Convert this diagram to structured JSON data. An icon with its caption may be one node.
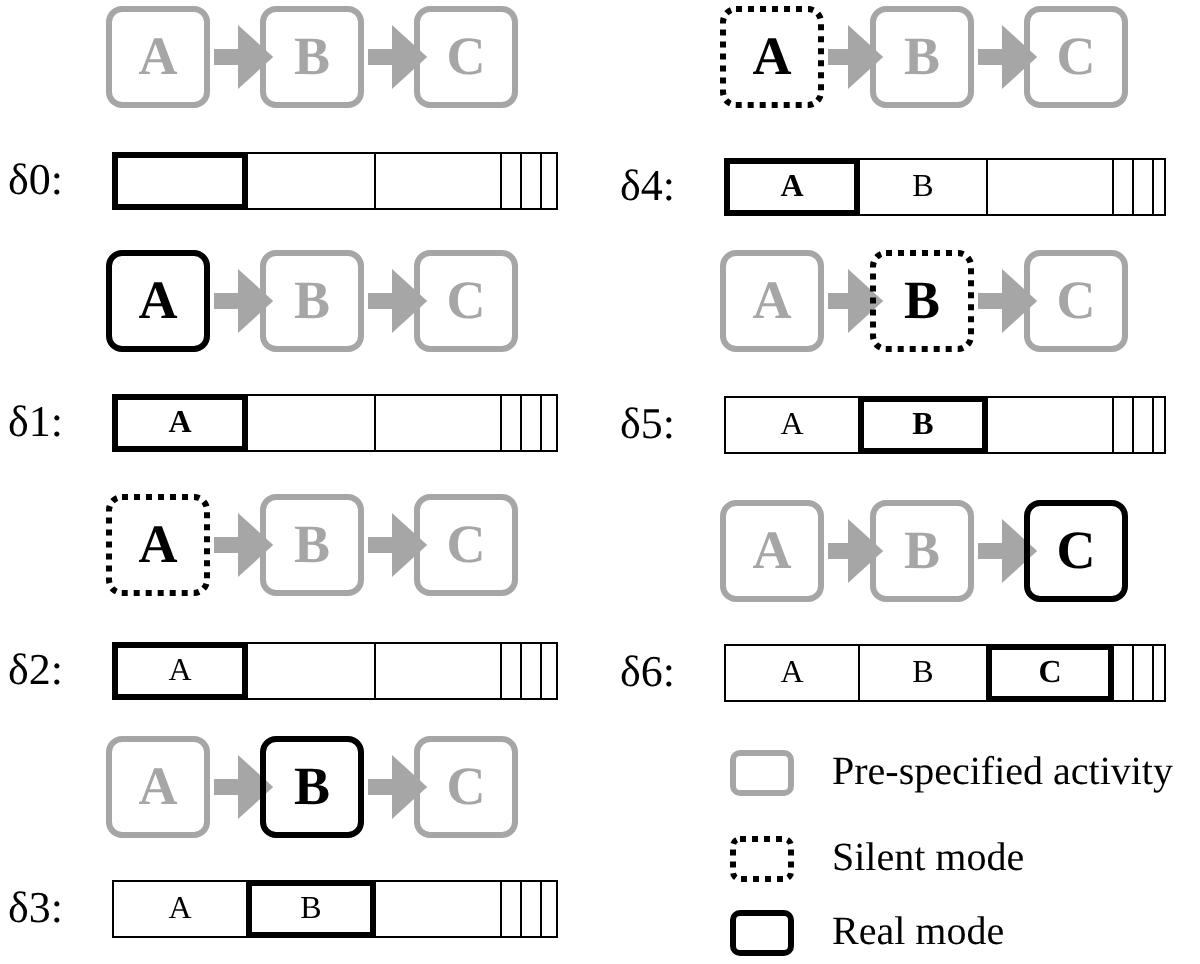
{
  "diagram": {
    "nodes": [
      {
        "text": [
          "A"
        ]
      },
      {
        "text": [
          "B"
        ]
      },
      {
        "text": [
          "C"
        ]
      },
      {
        "text": [],
        "shape": "bar",
        "beside": [
          "δ0:"
        ]
      },
      {
        "text": [],
        "shape": "box",
        "in": 3
      },
      {
        "text": [],
        "shape": "box",
        "in": 3
      },
      {
        "text": [],
        "shape": "box",
        "in": 3
      },
      {
        "text": [],
        "shape": "box",
        "in": 3
      },
      {
        "text": [],
        "shape": "box",
        "in": 3
      },
      {
        "text": [],
        "shape": "box",
        "in": 3
      },
      {
        "text": [
          "A"
        ]
      },
      {
        "text": [
          "B"
        ]
      },
      {
        "text": [
          "C"
        ]
      },
      {
        "text": [],
        "shape": "bar",
        "beside": [
          "δ1:"
        ]
      },
      {
        "text": [
          "A"
        ],
        "in": 13
      },
      {
        "text": [],
        "shape": "box",
        "in": 13
      },
      {
        "text": [],
        "shape": "box",
        "in": 13
      },
      {
        "text": [],
        "shape": "box",
        "in": 13
      },
      {
        "text": [],
        "shape": "box",
        "in": 13
      },
      {
        "text": [],
        "shape": "box",
        "in": 13
      },
      {
        "text": [
          "A"
        ]
      },
      {
        "text": [
          "B"
        ]
      },
      {
        "text": [
          "C"
        ]
      },
      {
        "text": [],
        "shape": "bar",
        "beside": [
          "δ2:"
        ]
      },
      {
        "text": [
          "A"
        ],
        "in": 23
      },
      {
        "text": [],
        "shape": "box",
        "in": 23
      },
      {
        "text": [],
        "shape": "box",
        "in": 23
      },
      {
        "text": [],
        "shape": "box",
        "in": 23
      },
      {
        "text": [],
        "shape": "box",
        "in": 23
      },
      {
        "text": [],
        "shape": "box",
        "in": 23
      },
      {
        "text": [
          "A"
        ]
      },
      {
        "text": [
          "B"
        ]
      },
      {
        "text": [
          "C"
        ]
      },
      {
        "text": [],
        "shape": "bar",
        "beside": [
          "δ3:"
        ]
      },
      {
        "text": [
          "A"
        ],
        "in": 33
      },
      {
        "text": [
          "B"
        ],
        "in": 33
      },
      {
        "text": [],
        "shape": "box",
        "in": 33
      },
      {
        "text": [],
        "shape": "box",
        "in": 33
      },
      {
        "text": [],
        "shape": "box",
        "in": 33
      },
      {
        "text": [],
        "shape": "box",
        "in": 33
      },
      {
        "text": [
          "A"
        ]
      },
      {
        "text": [
          "B"
        ]
      },
      {
        "text": [
          "C"
        ]
      },
      {
        "text": [],
        "shape": "bar",
        "beside": [
          "δ4:"
        ]
      },
      {
        "text": [
          "A"
        ],
        "in": 43
      },
      {
        "text": [
          "B"
        ],
        "in": 43
      },
      {
        "text": [],
        "shape": "box",
        "in": 43
      },
      {
        "text": [],
        "shape": "box",
        "in": 43
      },
      {
        "text": [],
        "shape": "box",
        "in": 43
      },
      {
        "text": [],
        "shape": "box",
        "in": 43
      },
      {
        "text": [
          "A"
        ]
      },
      {
        "text": [
          "B"
        ]
      },
      {
        "text": [
          "C"
        ]
      },
      {
        "text": [],
        "shape": "bar",
        "beside": [
          "δ5:"
        ]
      },
      {
        "text": [
          "A"
        ],
        "in": 53
      },
      {
        "text": [
          "B"
        ],
        "in": 53
      },
      {
        "text": [],
        "shape": "box",
        "in": 53
      },
      {
        "text": [],
        "shape": "box",
        "in": 53
      },
      {
        "text": [],
        "shape": "box",
        "in": 53
      },
      {
        "text": [],
        "shape": "box",
        "in": 53
      },
      {
        "text": [
          "A"
        ]
      },
      {
        "text": [
          "B"
        ]
      },
      {
        "text": [
          "C"
        ]
      },
      {
        "text": [],
        "shape": "bar",
        "beside": [
          "δ6:"
        ]
      },
      {
        "text": [
          "A"
        ],
        "in": 63
      },
      {
        "text": [
          "B"
        ],
        "in": 63
      },
      {
        "text": [
          "C"
        ],
        "in": 63
      },
      {
        "text": [],
        "shape": "box",
        "in": 63
      },
      {
        "text": [],
        "shape": "box",
        "in": 63
      },
      {
        "text": [],
        "shape": "box",
        "in": 63
      }
    ],
    "edges": [
      {
        "from": 0,
        "to": 1,
        "arrow": "to"
      },
      {
        "from": 1,
        "to": 2,
        "arrow": "to"
      },
      {
        "from": 10,
        "to": 11,
        "arrow": "to"
      },
      {
        "from": 11,
        "to": 12,
        "arrow": "to"
      },
      {
        "from": 20,
        "to": 21,
        "arrow": "to"
      },
      {
        "from": 21,
        "to": 22,
        "arrow": "to"
      },
      {
        "from": 30,
        "to": 31,
        "arrow": "to"
      },
      {
        "from": 31,
        "to": 32,
        "arrow": "to"
      },
      {
        "from": 40,
        "to": 41,
        "arrow": "to"
      },
      {
        "from": 41,
        "to": 42,
        "arrow": "to"
      },
      {
        "from": 50,
        "to": 51,
        "arrow": "to"
      },
      {
        "from": 51,
        "to": 52,
        "arrow": "to"
      },
      {
        "from": 60,
        "to": 61,
        "arrow": "to"
      },
      {
        "from": 61,
        "to": 62,
        "arrow": "to"
      }
    ],
    "legend": [
      {
        "text": "Pre-specified activity"
      },
      {
        "text": "Silent mode"
      },
      {
        "text": "Real mode"
      }
    ]
  }
}
